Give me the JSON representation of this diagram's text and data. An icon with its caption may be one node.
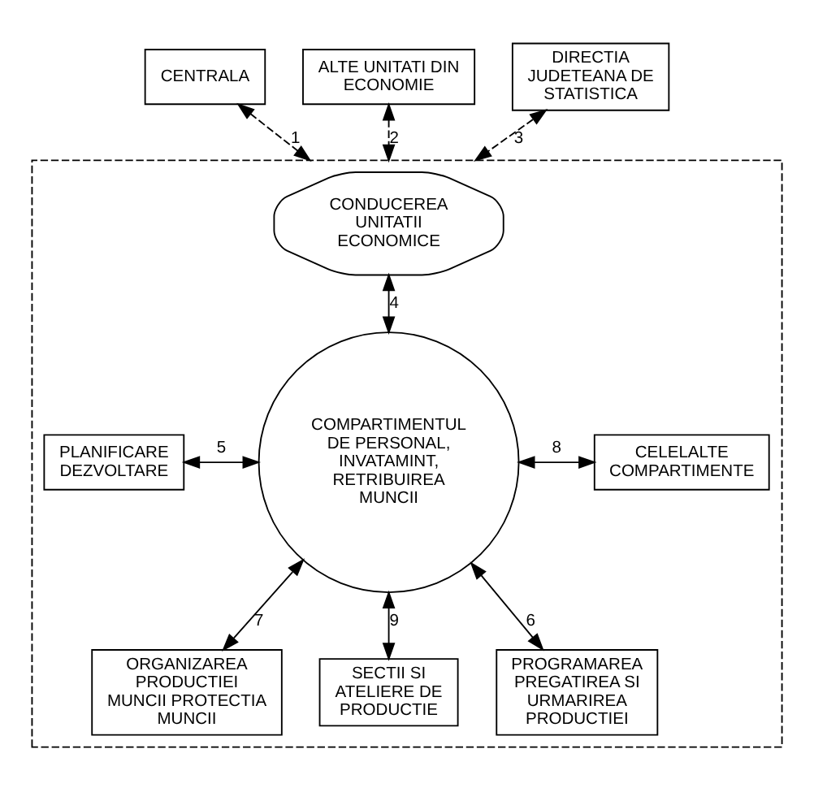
{
  "diagram": {
    "nodes": [
      {
        "text": [
          "CENTRALA"
        ]
      },
      {
        "text": [
          "ALTE UNITATI DIN ECONOMIE"
        ]
      },
      {
        "text": [
          "DIRECTIA JUDETEANA DE STATISTICA"
        ]
      },
      {
        "text": [],
        "shape": "box"
      },
      {
        "text": [
          "CONDUCEREA UNITATII ECONOMICE"
        ],
        "in": 3
      },
      {
        "text": [
          "COMPARTIMENTUL DE PERSONAL, INVATAMINT, RETRIBUIREA MUNCII"
        ],
        "in": 3
      },
      {
        "text": [
          "PLANIFICARE DEZVOLTARE"
        ],
        "in": 3
      },
      {
        "text": [
          "PROGRAMAREA PREGATIREA SI URMARIREA PRODUCTIEI"
        ],
        "in": 3
      },
      {
        "text": [
          "ORGANIZAREA PRODUCTIEI MUNCII PROTECTIA MUNCII"
        ],
        "in": 3
      },
      {
        "text": [
          "CELELALTE COMPARTIMENTE"
        ],
        "in": 3
      },
      {
        "text": [
          "SECTII SI ATELIERE DE PRODUCTIE"
        ],
        "in": 3
      }
    ],
    "edges": [
      {
        "from": 0,
        "to": 3,
        "arrow": "both",
        "label": "1",
        "style": "dashed"
      },
      {
        "from": 1,
        "to": 3,
        "arrow": "both",
        "label": "2",
        "style": "dashed"
      },
      {
        "from": 2,
        "to": 3,
        "arrow": "both",
        "label": "3",
        "style": "dashed"
      },
      {
        "from": 4,
        "to": 5,
        "arrow": "both",
        "label": "4"
      },
      {
        "from": 6,
        "to": 5,
        "arrow": "both",
        "label": "5"
      },
      {
        "from": 7,
        "to": 5,
        "arrow": "both",
        "label": "6"
      },
      {
        "from": 5,
        "to": 8,
        "arrow": "both",
        "label": "7"
      },
      {
        "from": 5,
        "to": 9,
        "arrow": "both",
        "label": "8"
      },
      {
        "from": 5,
        "to": 10,
        "arrow": "both",
        "label": "9"
      }
    ]
  }
}
